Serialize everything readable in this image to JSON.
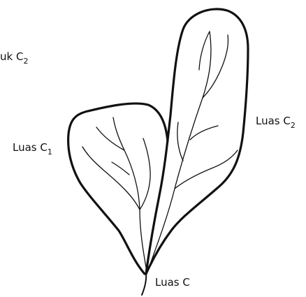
{
  "labels": {
    "top_left": {
      "text": "uk C",
      "sub": "2"
    },
    "leaf_left": {
      "text": "Luas C",
      "sub": "1"
    },
    "leaf_right": {
      "text": "Luas C",
      "sub": "2"
    },
    "base": {
      "text": "Luas C"
    }
  },
  "colors": {
    "ink": "#111111",
    "background": "#ffffff"
  }
}
